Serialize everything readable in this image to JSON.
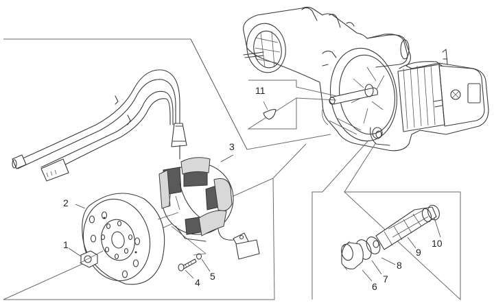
{
  "diagram": {
    "type": "exploded-parts-view",
    "subject": "Engine flywheel magneto / stator assembly and oil filter",
    "callouts": [
      {
        "id": "1",
        "label": "1"
      },
      {
        "id": "2",
        "label": "2"
      },
      {
        "id": "3",
        "label": "3"
      },
      {
        "id": "4",
        "label": "4"
      },
      {
        "id": "5",
        "label": "5"
      },
      {
        "id": "6",
        "label": "6"
      },
      {
        "id": "7",
        "label": "7"
      },
      {
        "id": "8",
        "label": "8"
      },
      {
        "id": "9",
        "label": "9"
      },
      {
        "id": "10",
        "label": "10"
      },
      {
        "id": "11",
        "label": "11"
      }
    ],
    "parts": [
      {
        "callout": "1",
        "name": "flywheel-nut"
      },
      {
        "callout": "2",
        "name": "flywheel-rotor"
      },
      {
        "callout": "3",
        "name": "stator-with-wiring-harness"
      },
      {
        "callout": "4",
        "name": "stator-screw"
      },
      {
        "callout": "5",
        "name": "washer"
      },
      {
        "callout": "6",
        "name": "oil-filter-plug"
      },
      {
        "callout": "7",
        "name": "o-ring"
      },
      {
        "callout": "8",
        "name": "seal-washer"
      },
      {
        "callout": "9",
        "name": "oil-strainer"
      },
      {
        "callout": "10",
        "name": "o-ring-small"
      },
      {
        "callout": "11",
        "name": "woodruff-key"
      }
    ],
    "colors": {
      "line": "#3a3a3a",
      "frame": "#6a6a6a",
      "coil": "#5a5a5a",
      "background": "#ffffff"
    }
  }
}
